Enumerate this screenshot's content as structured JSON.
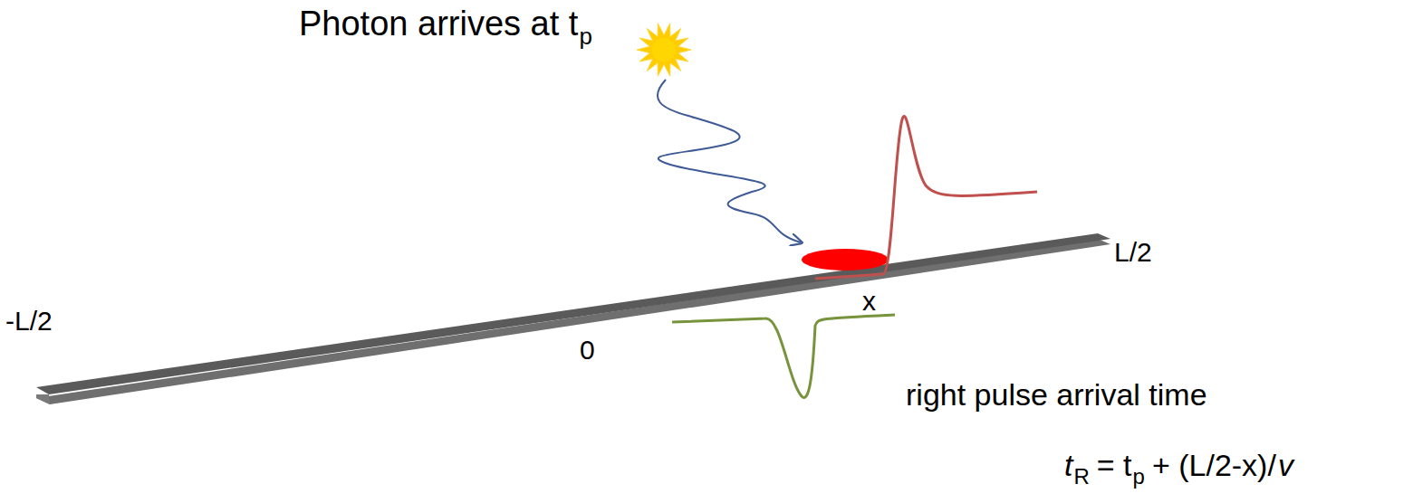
{
  "diagram": {
    "labels": [
      "Photon arrives at t",
      "p",
      "-L/2",
      "0",
      "x",
      "L/2",
      "right pulse arrival time",
      "t",
      "R",
      "= t",
      "p",
      "+ (L/2-x)/",
      "v"
    ]
  }
}
